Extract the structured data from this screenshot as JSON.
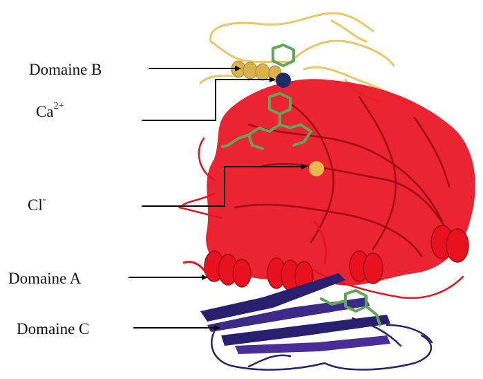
{
  "labels": {
    "domain_b": "Domaine B",
    "calcium": {
      "base": "Ca",
      "sup": "2+"
    },
    "chloride": {
      "base": "Cl",
      "sup": "-"
    },
    "domain_a": "Domaine A",
    "domain_c": "Domaine C"
  },
  "colors": {
    "domain_a": "#e8111f",
    "domain_a_dark": "#9d0b14",
    "domain_b": "#e9c766",
    "domain_c": "#2a1f6e",
    "ligand": "#5fa55a",
    "calcium_ion": "#1f2a6a",
    "chloride_ion": "#e8b84a",
    "arrow": "#000000"
  }
}
